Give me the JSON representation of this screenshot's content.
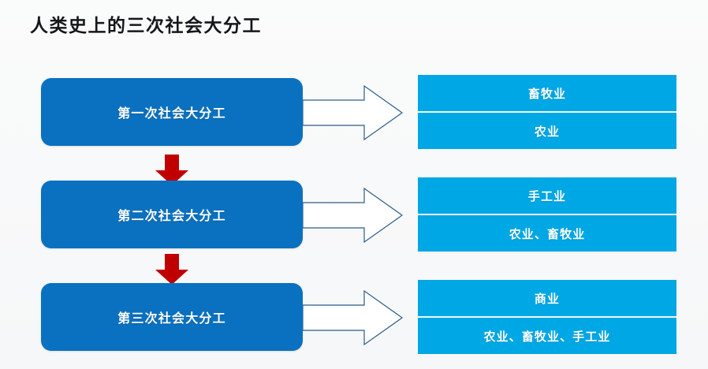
{
  "slide": {
    "title": "人类史上的三次社会大分工",
    "background_color": "#f7f8f9"
  },
  "colors": {
    "stage_box": "#0a71c0",
    "result_panel": "#00a7e5",
    "down_arrow": "#c00000",
    "arrow_outline": "#2b5c8a",
    "title_text": "#15171a",
    "box_text": "#ffffff"
  },
  "rows": [
    {
      "stage_label": "第一次社会大分工",
      "flow_arrow": "right-block-arrow",
      "results": [
        "畜牧业",
        "农业"
      ],
      "connector_below": "red-down-arrow"
    },
    {
      "stage_label": "第二次社会大分工",
      "flow_arrow": "right-block-arrow",
      "results": [
        "手工业",
        "农业、畜牧业"
      ],
      "connector_below": "red-down-arrow"
    },
    {
      "stage_label": "第三次社会大分工",
      "flow_arrow": "right-block-arrow",
      "results": [
        "商业",
        "农业、畜牧业、手工业"
      ],
      "connector_below": ""
    }
  ]
}
